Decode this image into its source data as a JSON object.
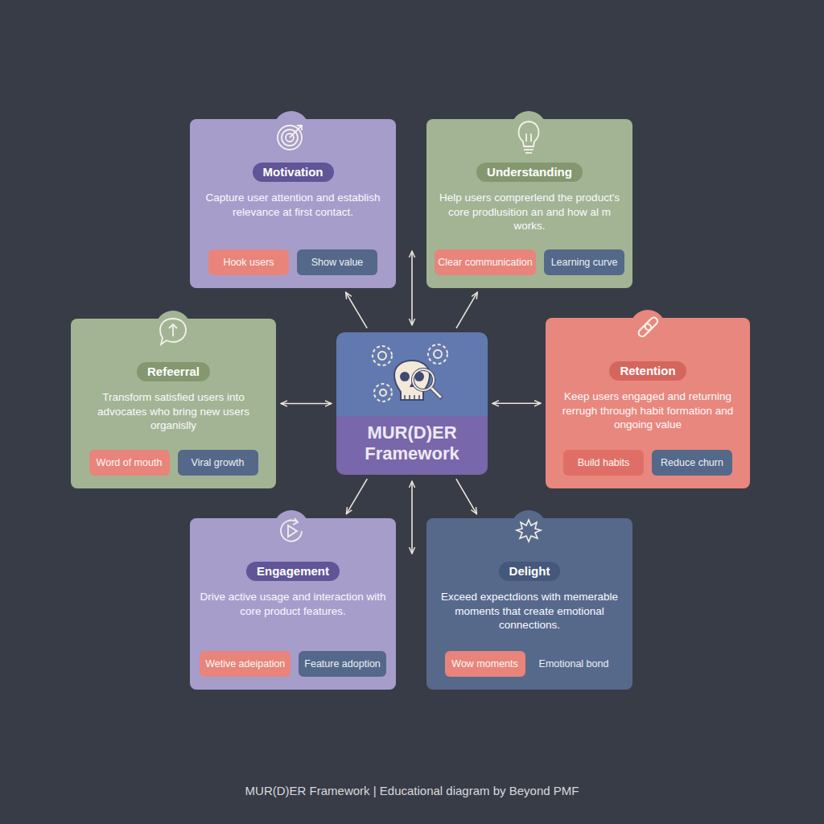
{
  "diagram": {
    "caption": "MUR(D)ER Framework | Educational diagram by Beyond PMF",
    "nodes": [
      {
        "text": [
          "Motivation",
          "Capture user attention and establish relevance at first contact."
        ]
      },
      {
        "text": [
          "Understanding",
          "Help users comprerlend the product's core prodlusition an and how al m works."
        ]
      },
      {
        "text": [
          "Refeerral",
          "Transform satisfied users into advocates who bring new users organislly"
        ]
      },
      {
        "text": [
          "MUR(D)ER Framework"
        ]
      },
      {
        "text": [
          "Retention",
          "Keep users engaged and returning rerrugh through habit formation and ongoing value"
        ]
      },
      {
        "text": [
          "Engagement",
          "Drive active usage and interaction with core product features."
        ]
      },
      {
        "text": [
          "Delight",
          "Exceed expectdions with memerable moments that create emotional connections."
        ]
      },
      {
        "text": [
          "Hook users"
        ],
        "in": 0
      },
      {
        "text": [
          "Show value"
        ],
        "in": 0
      },
      {
        "text": [
          "Clear communication"
        ],
        "in": 1
      },
      {
        "text": [
          "Learning curve"
        ],
        "in": 1
      },
      {
        "text": [
          "Word of mouth"
        ],
        "in": 2
      },
      {
        "text": [
          "Viral growth"
        ],
        "in": 2
      },
      {
        "text": [
          "Build habits"
        ],
        "in": 4
      },
      {
        "text": [
          "Reduce churn"
        ],
        "in": 4
      },
      {
        "text": [
          "Wetive adeipation"
        ],
        "in": 5
      },
      {
        "text": [
          "Feature adoption"
        ],
        "in": 5
      },
      {
        "text": [
          "Wow moments"
        ],
        "in": 6
      },
      {
        "text": [
          "Emotional bond"
        ],
        "in": 6
      }
    ],
    "edges": [
      {
        "from": 3,
        "to": 0,
        "arrow": "to"
      },
      {
        "from": 3,
        "to": 1,
        "arrow": "to"
      },
      {
        "from": 3,
        "to": 2,
        "arrow": "both"
      },
      {
        "from": 3,
        "to": 4,
        "arrow": "both"
      },
      {
        "from": 3,
        "to": 5,
        "arrow": "to"
      },
      {
        "from": 3,
        "to": 6,
        "arrow": "to"
      }
    ]
  }
}
